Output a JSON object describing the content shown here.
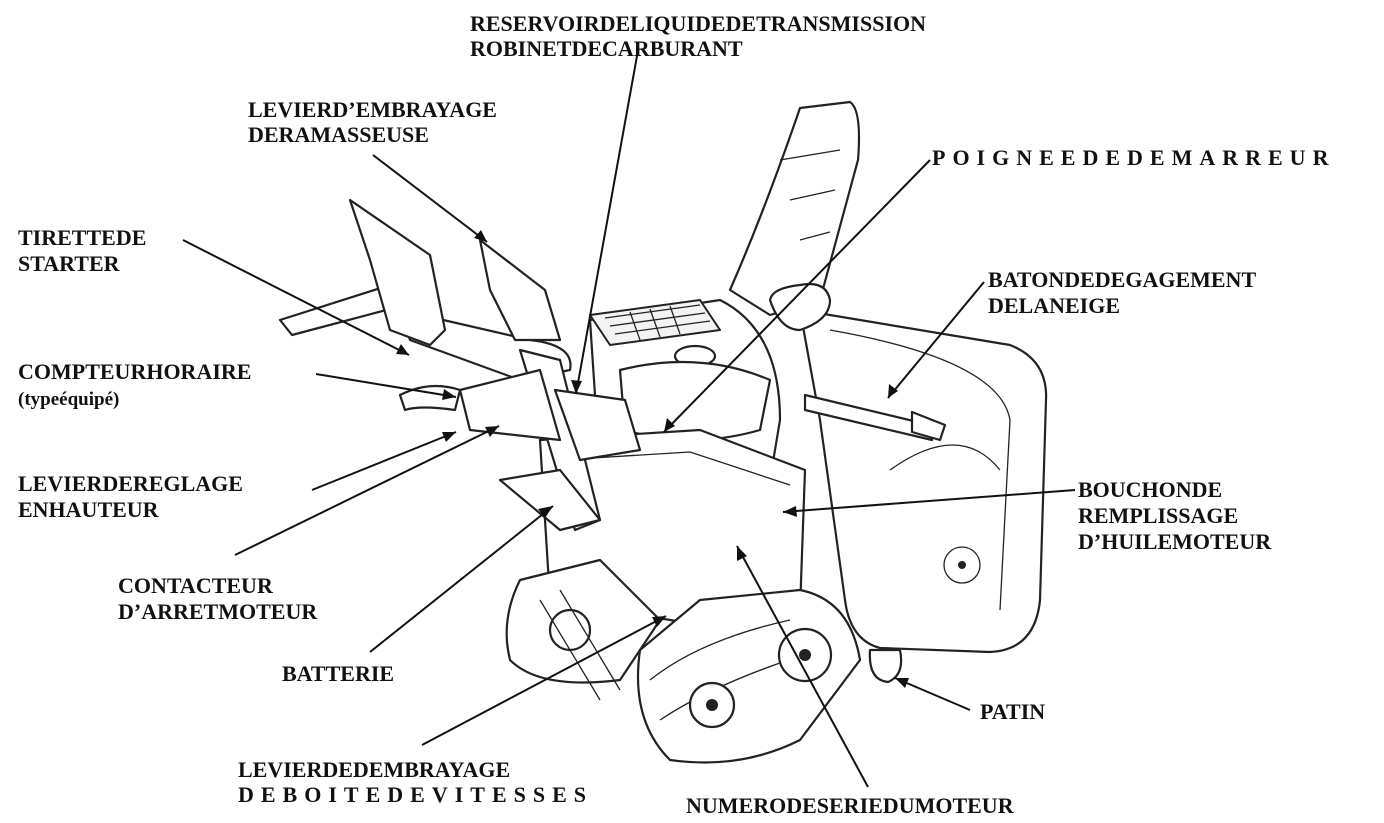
{
  "labels": {
    "reservoir": "RESERVOIRDELIQUIDEDETRANSMISSION",
    "robinet": "ROBINETDECARBURANT",
    "levier_ramasseuse_1": "LEVIERD’EMBRAYAGE",
    "levier_ramasseuse_2": "DERAMASSEUSE",
    "poignee": "POIGNEEDEDEMARREUR",
    "tirette_1": "TIRETTEDE",
    "tirette_2": "STARTER",
    "baton_1": "BATONDEDEGAGEMENT",
    "baton_2": "DELANEIGE",
    "compteur_1": "COMPTEURHORAIRE",
    "compteur_2": "(typeéquipé)",
    "reglage_1": "LEVIERDEREGLAGE",
    "reglage_2": "ENHAUTEUR",
    "bouchon_1": "BOUCHONDE",
    "bouchon_2": "REMPLISSAGE",
    "bouchon_3": "D’HUILEMOTEUR",
    "contacteur_1": "CONTACTEUR",
    "contacteur_2": "D’ARRETMOTEUR",
    "batterie": "BATTERIE",
    "patin": "PATIN",
    "levier_vitesses_1": "LEVIERDEDEMBRAYAGE",
    "levier_vitesses_2": "DEBOITEDEVITESSES",
    "numero": "NUMERODESERIEDUMOTEUR"
  },
  "colors": {
    "ink": "#111111",
    "paper": "#ffffff"
  }
}
